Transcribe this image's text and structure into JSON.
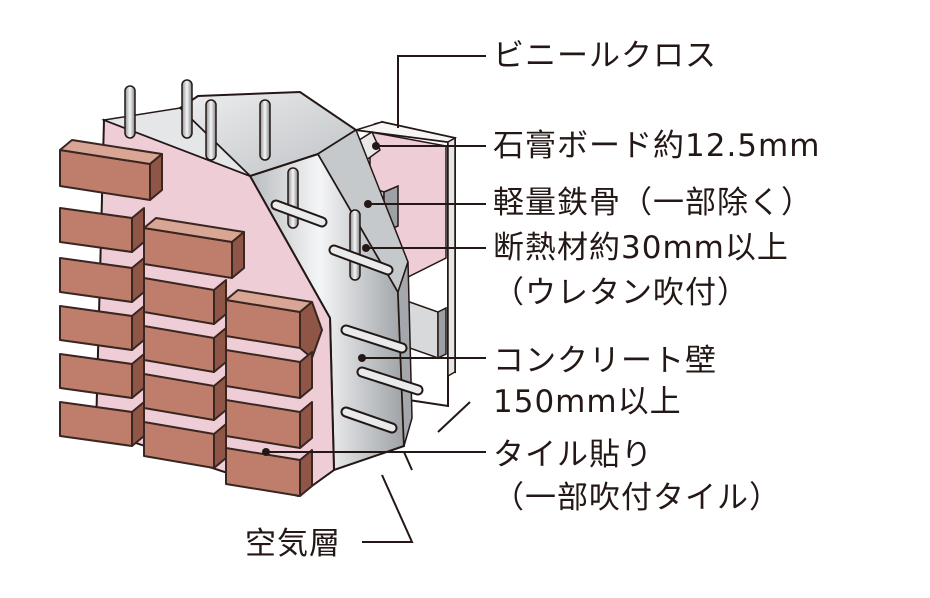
{
  "labels": {
    "vinyl_cloth": "ビニールクロス",
    "gypsum_board": "石膏ボード約12.5mm",
    "light_steel": "軽量鉄骨（一部除く）",
    "insulation_line1": "断熱材約30mm以上",
    "insulation_line2": "（ウレタン吹付）",
    "concrete_line1": "コンクリート壁",
    "concrete_line2": "150mm以上",
    "tile_line1": "タイル貼り",
    "tile_line2": "（一部吹付タイル）",
    "air_layer": "空気層"
  },
  "colors": {
    "brick": "#bf7e6c",
    "brick_edge": "#3a2620",
    "mortar": "#d9b6ad",
    "pink_layer": "#efcdd7",
    "concrete": "#d0d3d6",
    "gypsum": "#f2f2f2",
    "line": "#231815"
  }
}
